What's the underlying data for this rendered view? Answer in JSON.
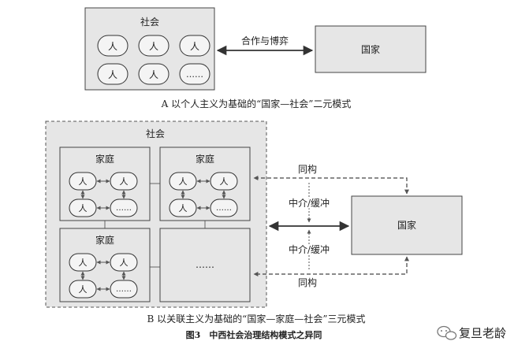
{
  "top_diagram": {
    "society_title": "社会",
    "persons": [
      "人",
      "人",
      "人",
      "人",
      "人",
      "……"
    ],
    "arrow_label": "合作与博弈",
    "state_label": "国家",
    "caption": "A 以个人主义为基础的“国家—社会”二元模式"
  },
  "bottom_diagram": {
    "society_title": "社会",
    "families": [
      {
        "title": "家庭",
        "persons": [
          "人",
          "人",
          "人",
          "……"
        ]
      },
      {
        "title": "家庭",
        "persons": [
          "人",
          "人",
          "人",
          "……"
        ]
      },
      {
        "title": "家庭",
        "persons": [
          "人",
          "人",
          "人",
          "……"
        ]
      }
    ],
    "empty_cell_label": "……",
    "label_isomorph_top": "同构",
    "label_mediate_top": "中介/缓冲",
    "label_mediate_bottom": "中介/缓冲",
    "label_isomorph_bottom": "同构",
    "state_label": "国家",
    "caption": "B 以关联主义为基础的“国家—家庭—社会”三元模式"
  },
  "figure_caption": "图3　中西社会治理结构模式之异同",
  "watermark": "复旦老龄"
}
